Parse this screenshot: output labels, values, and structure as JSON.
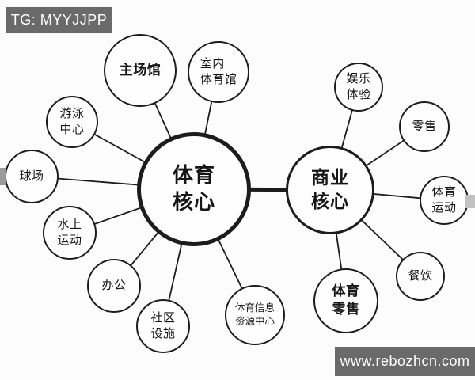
{
  "page": {
    "background": "#fcfcfc",
    "line_color": "#1c1c1c",
    "banner_bg": "#6a6a6a",
    "banner_text_color": "#ffffff"
  },
  "watermark_top": {
    "label": "TG: MYYJJPP"
  },
  "watermark_bottom": {
    "label": "www.rebozhcn.com"
  },
  "diagram": {
    "sports_hub": {
      "label": "体育\n核心"
    },
    "business_hub": {
      "label": "商业\n核心"
    },
    "sports_nodes": {
      "main_stadium": {
        "label": "主场馆"
      },
      "indoor_gym": {
        "label": "室内\n体育馆"
      },
      "swimming_center": {
        "label": "游泳\n中心"
      },
      "courts": {
        "label": "球场"
      },
      "water_sports": {
        "label": "水上\n运动"
      },
      "office": {
        "label": "办公"
      },
      "community_facilities": {
        "label": "社区\n设施"
      },
      "sports_info_center": {
        "label": "体育信息\n资源中心"
      }
    },
    "business_nodes": {
      "entertainment_experience": {
        "label": "娱乐\n体验"
      },
      "retail": {
        "label": "零售"
      },
      "sports_activity": {
        "label": "体育\n运动"
      },
      "dining": {
        "label": "餐饮"
      },
      "sports_retail": {
        "label": "体育\n零售"
      }
    }
  }
}
